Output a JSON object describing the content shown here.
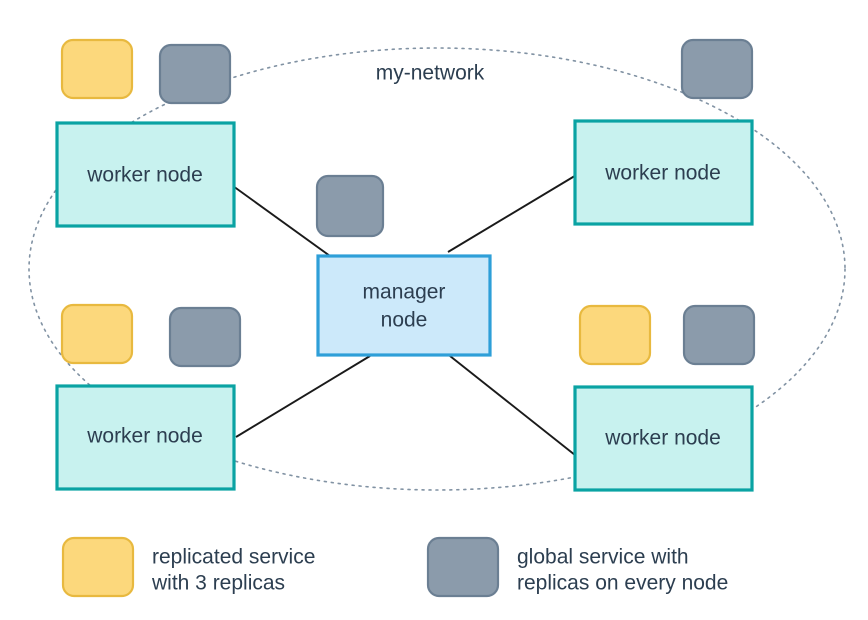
{
  "diagram": {
    "title": "my-network",
    "network": {
      "label": "my-network",
      "boundary_style": "dotted-ellipse",
      "stroke_color": "#6b7f93"
    },
    "nodes": [
      {
        "id": "worker-top-left",
        "label": "worker node",
        "type": "worker",
        "fill": "#c8f2ef",
        "stroke": "#0aa3a3"
      },
      {
        "id": "worker-top-right",
        "label": "worker node",
        "type": "worker",
        "fill": "#c8f2ef",
        "stroke": "#0aa3a3"
      },
      {
        "id": "manager",
        "label_line1": "manager",
        "label_line2": "node",
        "type": "manager",
        "fill": "#cce9fa",
        "stroke": "#2e9fd8"
      },
      {
        "id": "worker-bottom-left",
        "label": "worker node",
        "type": "worker",
        "fill": "#c8f2ef",
        "stroke": "#0aa3a3"
      },
      {
        "id": "worker-bottom-right",
        "label": "worker node",
        "type": "worker",
        "fill": "#c8f2ef",
        "stroke": "#0aa3a3"
      }
    ],
    "services": {
      "replicated": {
        "fill": "#fcd87c",
        "stroke": "#e8b93f",
        "count": 3
      },
      "global": {
        "fill": "#8b9bab",
        "stroke": "#6b7f93",
        "count": 5
      }
    },
    "connections": [
      {
        "from": "manager",
        "to": "worker-top-left"
      },
      {
        "from": "manager",
        "to": "worker-top-right"
      },
      {
        "from": "manager",
        "to": "worker-bottom-left"
      },
      {
        "from": "manager",
        "to": "worker-bottom-right"
      }
    ]
  },
  "legend": {
    "items": [
      {
        "swatch": "replicated-service-swatch",
        "color": "#fcd87c",
        "line1": "replicated service",
        "line2": "with 3 replicas"
      },
      {
        "swatch": "global-service-swatch",
        "color": "#8b9bab",
        "line1": "global service with",
        "line2": "replicas on every node"
      }
    ]
  }
}
